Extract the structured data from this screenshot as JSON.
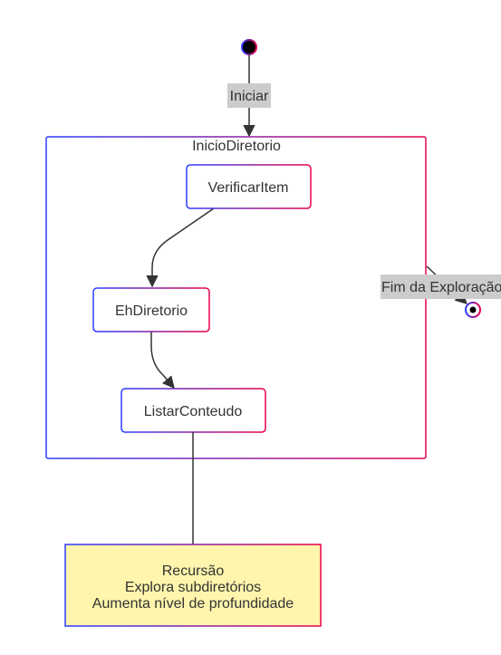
{
  "diagram": {
    "start_transition_label": "Iniciar",
    "composite_state": {
      "title": "InicioDiretorio"
    },
    "states": {
      "verificar": "VerificarItem",
      "eh_diretorio": "EhDiretorio",
      "listar": "ListarConteudo"
    },
    "end_transition_label": "Fim da Exploração",
    "note": {
      "lines": [
        "Recursão",
        "Explora subdiretórios",
        "Aumenta nível de profundidade"
      ]
    }
  },
  "colors": {
    "gradient_start": "#2a3cff",
    "gradient_end": "#e8004a",
    "note_fill": "#fff5ad",
    "label_bg": "#cccccc",
    "edge": "#333333"
  }
}
